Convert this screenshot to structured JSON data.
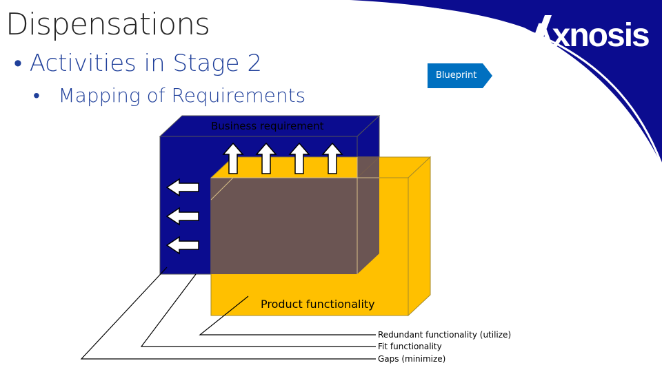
{
  "slide": {
    "title": "Dispensations",
    "bullet_1": "Activities in Stage 2",
    "bullet_2": "Mapping of Requirements"
  },
  "logo": {
    "text": "Axnosis"
  },
  "blueprint_tag": {
    "label": "Blueprint"
  },
  "diagram": {
    "business_label": "Business requirement",
    "product_label": "Product functionality",
    "legend": [
      "Redundant functionality (utilize)",
      "Fit functionality",
      "Gaps (minimize)"
    ]
  },
  "colors": {
    "navy": "#0b0c8f",
    "gold": "#ffc000",
    "overlap": "#6b5553",
    "accent": "#1f3f9a"
  }
}
